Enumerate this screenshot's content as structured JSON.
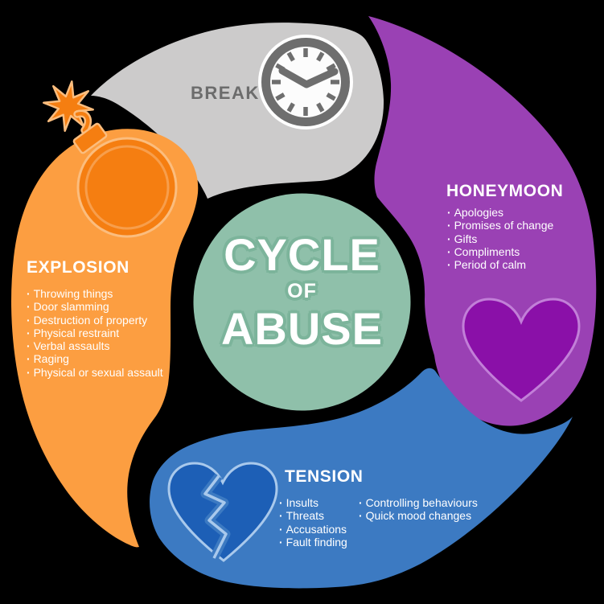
{
  "title": {
    "line1": "CYCLE",
    "line2": "OF",
    "line3": "ABUSE"
  },
  "sections": {
    "break": {
      "label": "BREAK",
      "icon": "clock-icon"
    },
    "honeymoon": {
      "label": "HONEYMOON",
      "icon": "heart-icon",
      "items": [
        "Apologies",
        "Promises of change",
        "Gifts",
        "Compliments",
        "Period of calm"
      ]
    },
    "tension": {
      "label": "TENSION",
      "icon": "broken-heart-icon",
      "items_col1": [
        "Insults",
        "Threats",
        "Accusations",
        "Fault finding"
      ],
      "items_col2": [
        "Controlling behaviours",
        "Quick mood changes"
      ]
    },
    "explosion": {
      "label": "EXPLOSION",
      "icon": "bomb-icon",
      "items": [
        "Throwing things",
        "Door slamming",
        "Destruction of property",
        "Physical restraint",
        "Verbal assaults",
        "Raging",
        "Physical or sexual assault"
      ]
    }
  },
  "colors": {
    "background": "#000000",
    "petal_break": "#CCCBCB",
    "petal_honeymoon": "#9A41B4",
    "petal_tension": "#3C7AC2",
    "petal_explosion": "#FC9E41",
    "center_circle": "#8FC0AA",
    "center_text_outline": "#7CB49B",
    "break_text": "#6C6C6C",
    "clock_dark": "#6E6E6E",
    "clock_face": "#FCFCFC",
    "bomb_dark": "#F57E11",
    "bomb_outline": "#FBBD7E",
    "heart_dark": "#8A10A8",
    "heart_outline": "#C27FD8",
    "broken_heart_dark": "#1D5FB6",
    "broken_heart_outline": "#A9C9EC"
  }
}
